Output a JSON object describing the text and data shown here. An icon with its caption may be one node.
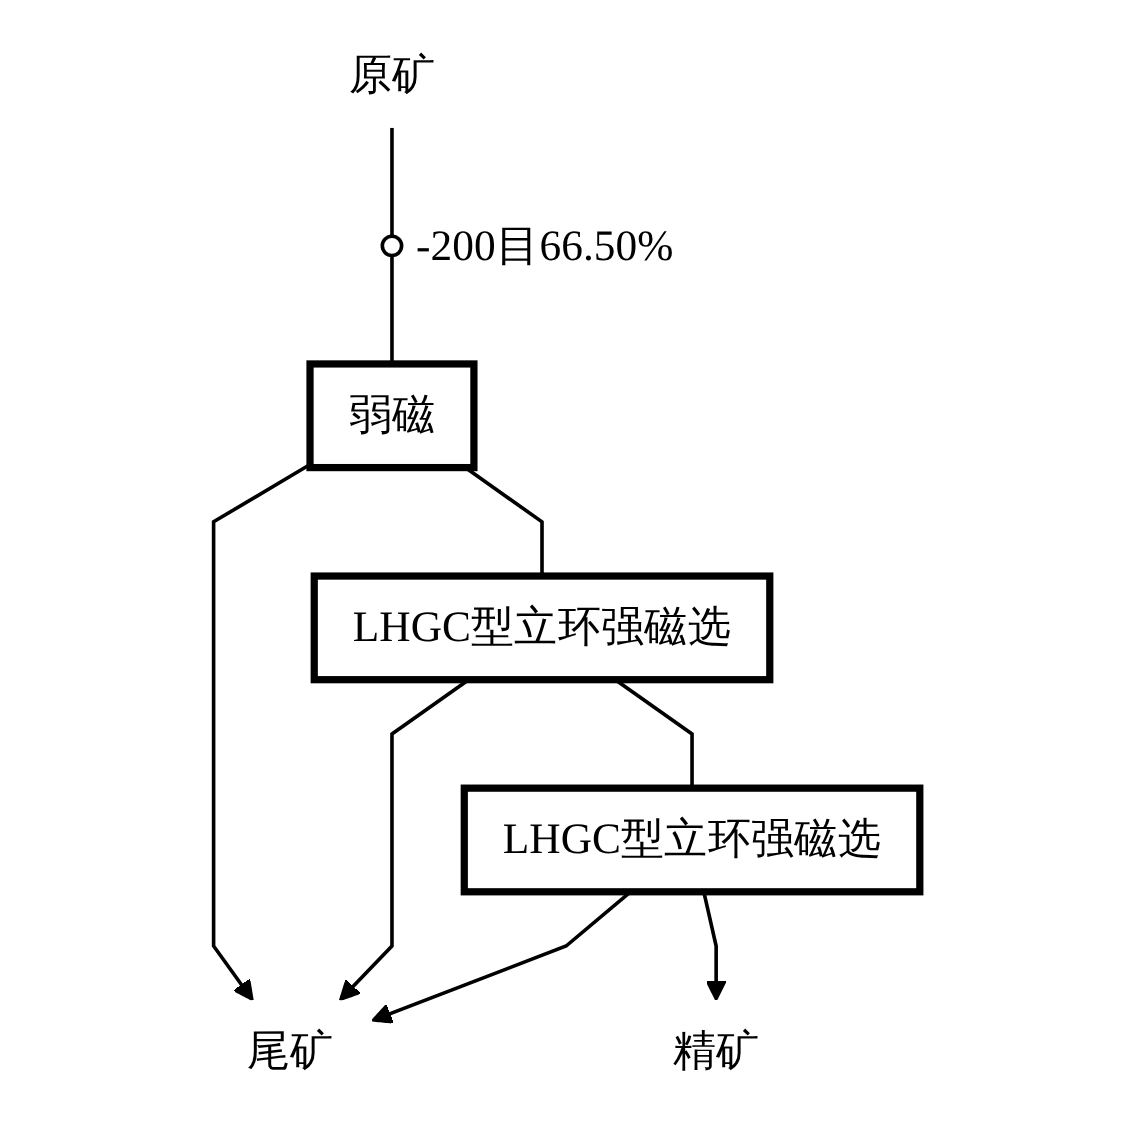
{
  "diagram": {
    "nodes": [
      {
        "text": [
          "原矿"
        ]
      },
      {
        "text": [],
        "shape": "circle",
        "beside": [
          "-200目66.50%"
        ]
      },
      {
        "text": [
          "弱磁"
        ]
      },
      {
        "text": [
          "LHGC型立环强磁选"
        ]
      },
      {
        "text": [
          "LHGC型立环强磁选"
        ]
      },
      {
        "text": [
          "尾矿"
        ]
      },
      {
        "text": [
          "精矿"
        ]
      }
    ],
    "edges": [
      {
        "from": 0,
        "to": 1,
        "arrow": "none"
      },
      {
        "from": 1,
        "to": 2,
        "arrow": "none"
      },
      {
        "from": 2,
        "to": 5,
        "arrow": "to"
      },
      {
        "from": 2,
        "to": 3,
        "arrow": "none"
      },
      {
        "from": 3,
        "to": 5,
        "arrow": "to"
      },
      {
        "from": 3,
        "to": 4,
        "arrow": "none"
      },
      {
        "from": 4,
        "to": 5,
        "arrow": "to"
      },
      {
        "from": 4,
        "to": 6,
        "arrow": "to"
      }
    ]
  }
}
